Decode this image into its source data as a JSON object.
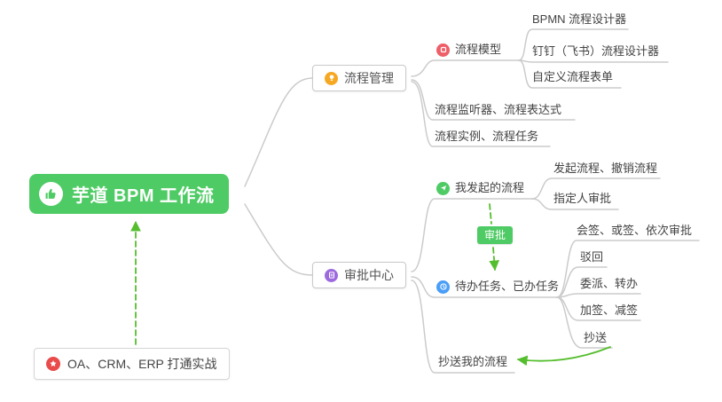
{
  "root": {
    "label": "芋道 BPM 工作流",
    "icon": "thumbs-up-icon"
  },
  "note": {
    "label": "OA、CRM、ERP 打通实战",
    "icon": "star-icon"
  },
  "relationship": {
    "approval_label": "审批"
  },
  "branches": {
    "process_mgmt": {
      "label": "流程管理",
      "icon": "lightbulb-icon",
      "children": {
        "process_model": {
          "label": "流程模型",
          "icon": "model-icon",
          "children": {
            "bpmn_designer": {
              "label": "BPMN 流程设计器"
            },
            "dingtalk_feishu_designer": {
              "label": "钉钉（飞书）流程设计器"
            },
            "custom_form": {
              "label": "自定义流程表单"
            }
          }
        },
        "listener_expression": {
          "label": "流程监听器、流程表达式"
        },
        "instance_task": {
          "label": "流程实例、流程任务"
        }
      }
    },
    "approval_center": {
      "label": "审批中心",
      "icon": "clipboard-icon",
      "children": {
        "my_initiated": {
          "label": "我发起的流程",
          "icon": "send-icon",
          "children": {
            "initiate_cancel": {
              "label": "发起流程、撤销流程"
            },
            "assignee_approval": {
              "label": "指定人审批"
            }
          }
        },
        "todo_done": {
          "label": "待办任务、已办任务",
          "icon": "clock-icon",
          "children": {
            "countersign_orsign_sequential": {
              "label": "会签、或签、依次审批"
            },
            "reject": {
              "label": "驳回"
            },
            "delegate_transfer": {
              "label": "委派、转办"
            },
            "add_reduce_sign": {
              "label": "加签、减签"
            },
            "cc": {
              "label": "抄送"
            }
          }
        },
        "cc_my_process": {
          "label": "抄送我的流程"
        }
      }
    }
  },
  "colors": {
    "root-green": "#4ECB64",
    "arrow-green": "#55BE2E",
    "line-gray": "#CBCBCB",
    "icon-orange": "#F7A823",
    "icon-purple": "#9C6ADE",
    "icon-red": "#EE5E68",
    "icon-green": "#4ECB64",
    "icon-blue": "#4A9EF7",
    "note-red": "#E94B4B",
    "text-dark": "#434343"
  }
}
